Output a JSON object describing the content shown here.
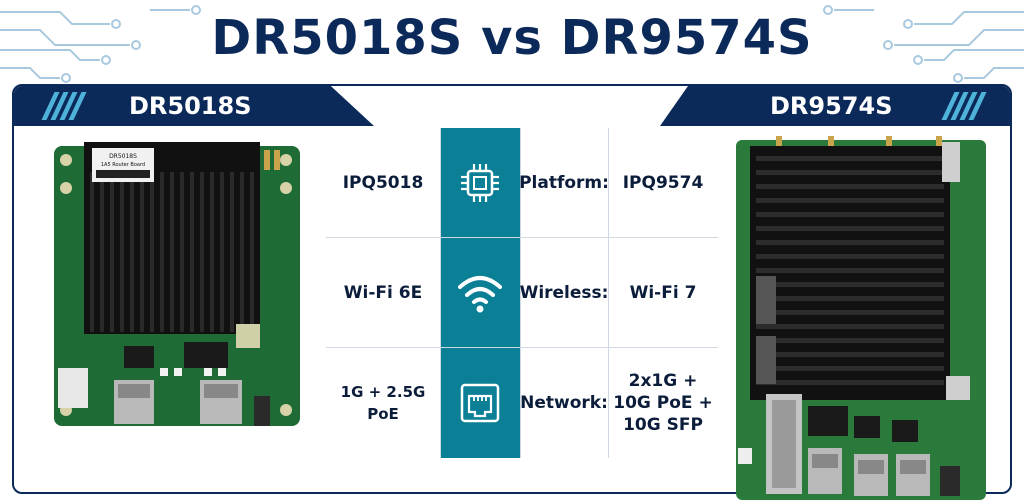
{
  "title": "DR5018S vs DR9574S",
  "left_board": {
    "name": "DR5018S",
    "label_line1": "DR5018S",
    "label_line2": "1A5 Router Board"
  },
  "right_board": {
    "name": "DR9574S"
  },
  "comparison": [
    {
      "label": "Platform:",
      "left": "IPQ5018",
      "right": "IPQ9574",
      "icon": "cpu-chip-icon"
    },
    {
      "label": "Wireless:",
      "left": "Wi-Fi 6E",
      "right": "Wi-Fi 7",
      "icon": "wifi-icon"
    },
    {
      "label": "Network:",
      "left": "1G + 2.5G PoE",
      "right_lines": [
        "2x1G +",
        "10G PoE +",
        "10G SFP"
      ],
      "icon": "ethernet-port-icon"
    }
  ],
  "colors": {
    "navy": "#0b2a5a",
    "teal": "#0a7f96",
    "accent": "#4fb3d9",
    "pcb": "#1f6b36"
  }
}
